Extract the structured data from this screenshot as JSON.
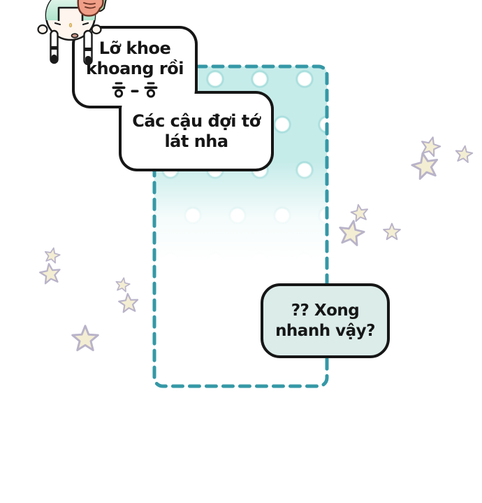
{
  "scene": {
    "type": "comic-panel",
    "background_color": "#ffffff"
  },
  "character": {
    "description": "upside-down chibi head, mint-green hair with twin braids, eyes closed, hand holding snack",
    "hair_color": "#aee4cc",
    "skin_color": "#fdf5ee"
  },
  "speech_bubbles": [
    {
      "id": "bubble-1",
      "lines": [
        "Lỡ khoe",
        "khoang rồi"
      ],
      "emoticon": "ㅎ - ㅎ",
      "fill": "#ffffff",
      "border_color": "#161616"
    },
    {
      "id": "bubble-2",
      "lines": [
        "Các cậu đợi tớ",
        "lát nha"
      ],
      "fill": "#ffffff",
      "border_color": "#161616"
    },
    {
      "id": "bubble-3",
      "lines": [
        "?? Xong",
        "nhanh vậy?"
      ],
      "fill": "#dbece9",
      "border_color": "#161616"
    }
  ],
  "dotted_panel": {
    "border_color": "#3598a6",
    "border_style": "dashed rounded",
    "fill_color": "#c6ecea",
    "dot_color": "#ffffff",
    "fade": "fades to white toward bottom"
  },
  "stars": {
    "fill": "#f3eed3",
    "outline": "#b9b3c9",
    "count": 11
  }
}
